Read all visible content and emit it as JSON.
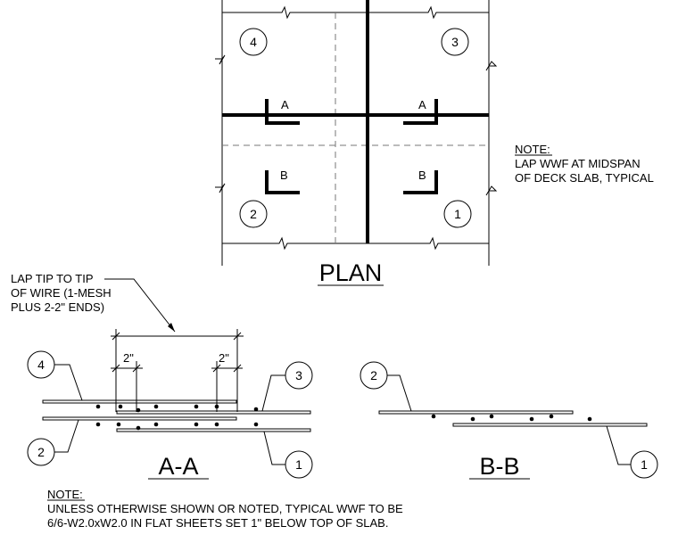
{
  "plan": {
    "title": "PLAN",
    "bubbles": [
      "4",
      "3",
      "2",
      "1"
    ],
    "section_marks": {
      "a_left": "A",
      "a_right": "A",
      "b_left": "B",
      "b_right": "B"
    }
  },
  "note_plan": {
    "heading": "NOTE:",
    "line1": "LAP WWF AT MIDSPAN",
    "line2": "OF DECK SLAB, TYPICAL"
  },
  "lap_note": {
    "line1": "LAP TIP TO TIP",
    "line2": "OF WIRE (1-MESH",
    "line3": "PLUS 2-2\" ENDS)"
  },
  "section_aa": {
    "title": "A-A",
    "dim_left": "2\"",
    "dim_right": "2\"",
    "bubbles": [
      "4",
      "3",
      "2",
      "1"
    ]
  },
  "section_bb": {
    "title": "B-B",
    "bubbles": [
      "2",
      "1"
    ]
  },
  "note_bottom": {
    "heading": "NOTE:",
    "line1": "UNLESS OTHERWISE SHOWN OR NOTED, TYPICAL WWF TO BE",
    "line2": "6/6-W2.0xW2.0 IN FLAT SHEETS SET 1\" BELOW TOP OF SLAB."
  }
}
